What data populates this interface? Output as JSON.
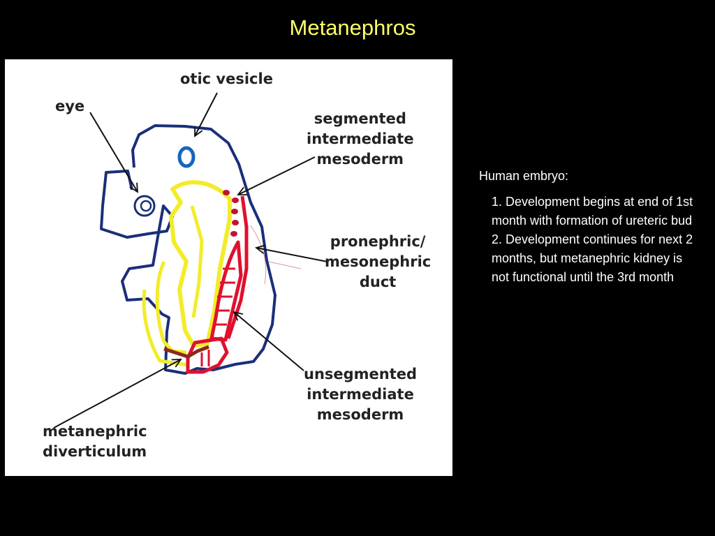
{
  "slide": {
    "title": "Metanephros",
    "colors": {
      "background": "#000000",
      "title": "#ffff66",
      "body_text": "#ffffff",
      "embryo_outline": "#1a2f7a",
      "neural_tube": "#f2ec2a",
      "mesoderm": "#e0102e",
      "metanephric_diverticulum": "#8b2a16",
      "otic_vesicle": "#1565c0"
    }
  },
  "diagram": {
    "labels": {
      "otic_vesicle": "otic vesicle",
      "eye": "eye",
      "segmented": "segmented\nintermediate\nmesoderm",
      "pronephric": "pronephric/\nmesonephric\nduct",
      "unsegmented": "unsegmented\nintermediate\nmesoderm",
      "metanephric": "metanephric\ndiverticulum"
    }
  },
  "notes": {
    "heading": "Human embryo:",
    "items": [
      "1. Development begins at end of 1st month with formation of ureteric bud",
      "2. Development continues for next 2 months, but metanephric kidney is not functional until the 3rd month"
    ]
  }
}
